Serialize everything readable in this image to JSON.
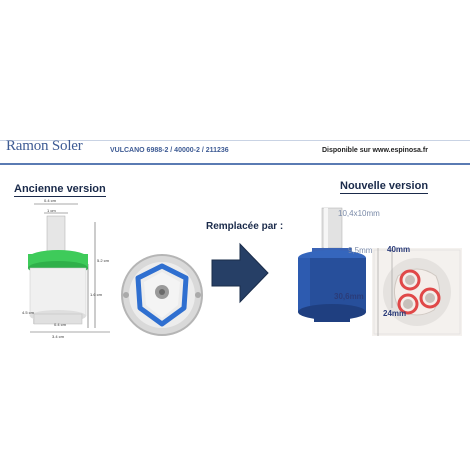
{
  "header": {
    "brand": "Ramon Soler",
    "model": "VULCANO 6988-2  /  40000-2  /  211236",
    "availability": "Disponible sur www.espinosa.fr"
  },
  "old": {
    "title": "Ancienne version",
    "dims": [
      "0.4 cm",
      "1 cm",
      "5.2 cm",
      "1.6 cm",
      "4.5 cm",
      "0.4 cm",
      "3.4 cm"
    ]
  },
  "middle": {
    "replace_text": "Remplacée par :"
  },
  "new": {
    "title": "Nouvelle version",
    "stem_dim": "10,4x10mm",
    "step_dim": "9,5mm",
    "height_dim": "30,6mm",
    "width_dim": "40mm",
    "bottom_dim": "24mm"
  },
  "colors": {
    "brand_blue": "#3e5b94",
    "cartridge_blue": "#274f9b",
    "green_ring": "#3ecb5a",
    "arrow": "#263f66"
  }
}
